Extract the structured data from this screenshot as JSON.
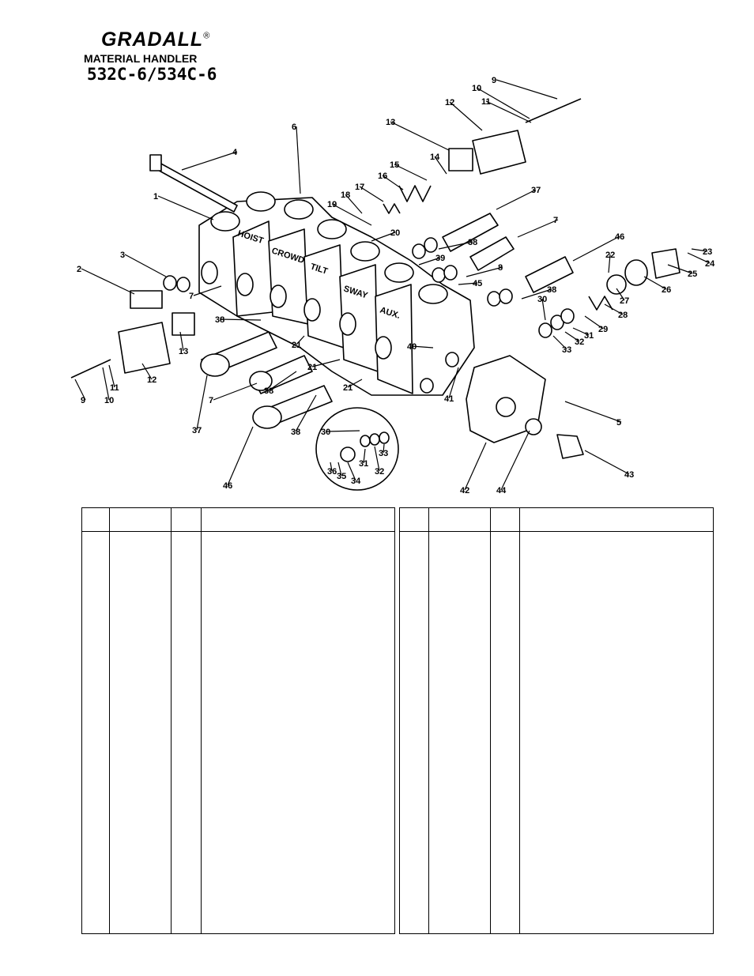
{
  "header": {
    "brand": "GRADALL",
    "registered": "®",
    "product": "MATERIAL HANDLER",
    "model": "532C-6/534C-6"
  },
  "diagram": {
    "section_labels": [
      "HOIST",
      "CROWD",
      "TILT",
      "SWAY",
      "AUX."
    ]
  },
  "tables": {
    "left": {
      "headers": [
        "",
        "",
        "",
        ""
      ],
      "rows": []
    },
    "right": {
      "headers": [
        "",
        "",
        "",
        ""
      ],
      "rows": []
    }
  }
}
